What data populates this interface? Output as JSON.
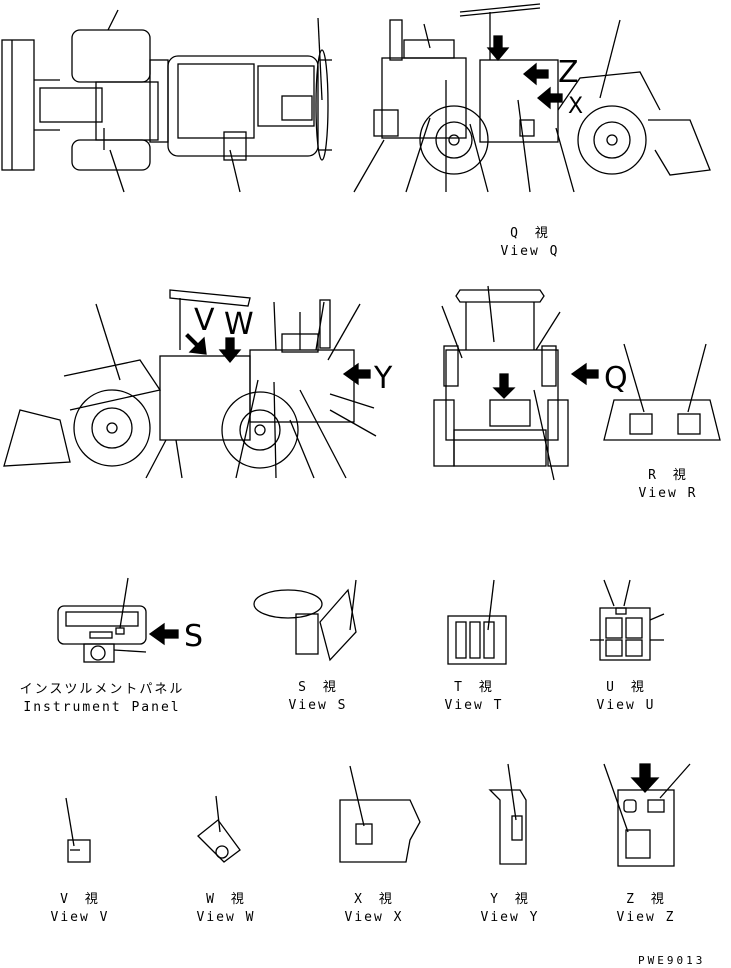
{
  "views": {
    "q": {
      "jp": "Q　視",
      "en": "View Q"
    },
    "r": {
      "jp": "R　視",
      "en": "View R"
    },
    "s": {
      "jp": "S　視",
      "en": "View S"
    },
    "t": {
      "jp": "T　視",
      "en": "View T"
    },
    "u": {
      "jp": "U　視",
      "en": "View U"
    },
    "v": {
      "jp": "V　視",
      "en": "View V"
    },
    "w": {
      "jp": "W　視",
      "en": "View W"
    },
    "x": {
      "jp": "X　視",
      "en": "View X"
    },
    "y": {
      "jp": "Y　視",
      "en": "View Y"
    },
    "z": {
      "jp": "Z　視",
      "en": "View Z"
    }
  },
  "instrument_panel": {
    "jp": "インスツルメントパネル",
    "en": "Instrument Panel"
  },
  "view_letters": {
    "z": "Z",
    "x": "X",
    "v": "V",
    "w": "W",
    "y": "Y",
    "q": "Q",
    "s": "S"
  },
  "drawing_code": "PWE9013"
}
